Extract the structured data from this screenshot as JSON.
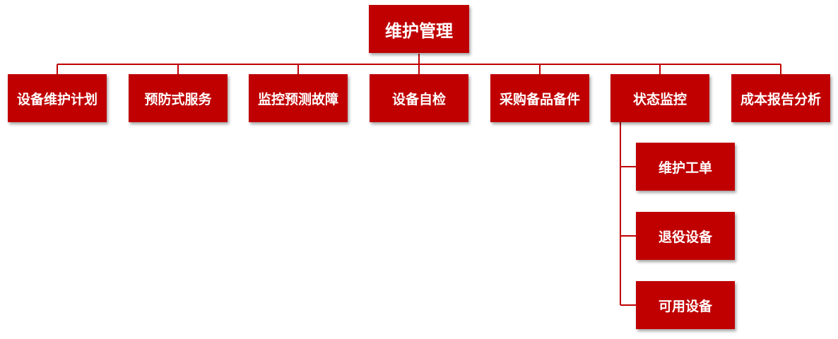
{
  "title": "维护管理",
  "categories": [
    "设备维护计划",
    "预防式服务",
    "监控预测故障",
    "设备自检",
    "采购备品备件",
    "状态监控",
    "成本报告分析"
  ],
  "status_monitor_children": [
    "维护工单",
    "退役设备",
    "可用设备"
  ],
  "colors": {
    "box_fill": "#c00000",
    "connector": "#c00000",
    "text": "#ffffff"
  }
}
